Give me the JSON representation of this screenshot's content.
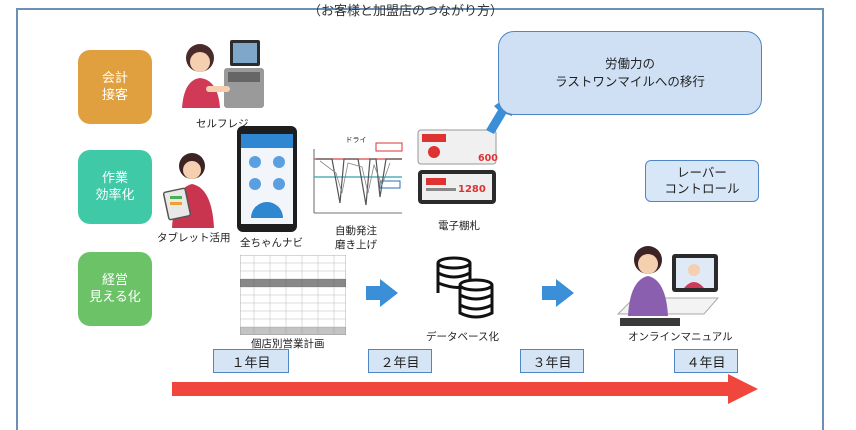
{
  "top_caption": "（お客様と加盟店のつながり方）",
  "categories": [
    {
      "label": "会計\n接客",
      "color": "#e0a040"
    },
    {
      "label": "作業\n効率化",
      "color": "#3fc9a6"
    },
    {
      "label": "経営\n見える化",
      "color": "#6bc267"
    }
  ],
  "captions": {
    "self_register": "セルフレジ",
    "tablet": "タブレット活用",
    "zenchan_navi": "全ちゃんナビ",
    "auto_order": "自動発注\n磨き上げ",
    "e_shelf": "電子棚札",
    "store_plan": "個店別営業計画",
    "database": "データベース化",
    "online_manual": "オンラインマニュアル"
  },
  "chart_title": "ドライ",
  "price_tags": [
    "600",
    "1280"
  ],
  "bubble": "労働力の\nラストワンマイルへの移行",
  "lever": "レーバー\nコントロール",
  "years": [
    "１年目",
    "２年目",
    "３年目",
    "４年目"
  ],
  "colors": {
    "accent_blue": "#3b8fd9",
    "timeline_red": "#f0463c",
    "box_fill": "#d5e5f6"
  }
}
